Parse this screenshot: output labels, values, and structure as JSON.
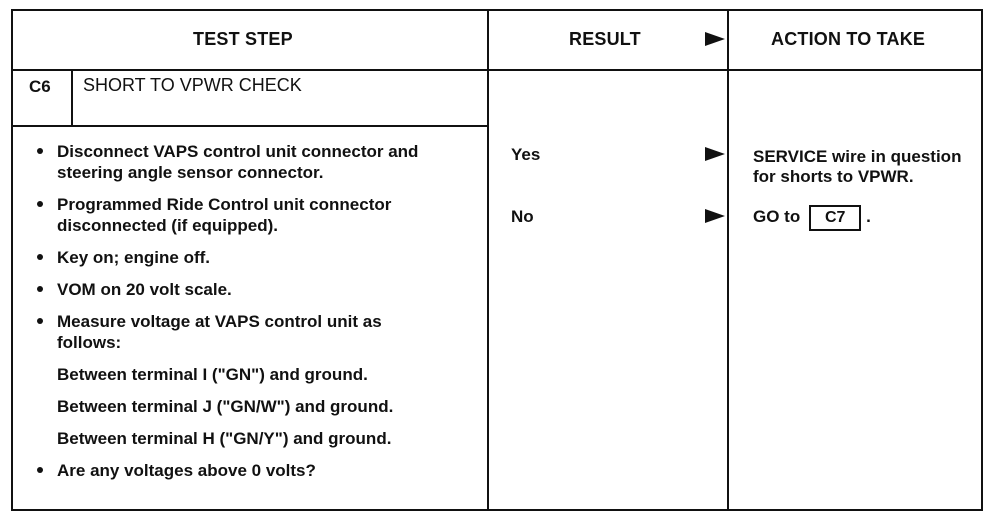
{
  "headers": {
    "test_step": "TEST STEP",
    "result": "RESULT",
    "action": "ACTION TO TAKE"
  },
  "step": {
    "code": "C6",
    "title": "SHORT TO VPWR CHECK"
  },
  "instructions": [
    {
      "text": "Disconnect VAPS control unit connector and steering angle sensor connector.",
      "bullet": true
    },
    {
      "text": "Programmed Ride Control unit connector disconnected (if equipped).",
      "bullet": true
    },
    {
      "text": "Key on; engine off.",
      "bullet": true
    },
    {
      "text": "VOM on 20 volt scale.",
      "bullet": true
    },
    {
      "text": "Measure voltage at VAPS control unit as follows:",
      "bullet": true
    },
    {
      "text": "Between terminal I (\"GN\") and ground.",
      "bullet": false
    },
    {
      "text": "Between terminal J (\"GN/W\") and ground.",
      "bullet": false
    },
    {
      "text": "Between terminal H (\"GN/Y\") and ground.",
      "bullet": false
    },
    {
      "text": "Are any voltages above 0 volts?",
      "bullet": true
    }
  ],
  "results": [
    {
      "label": "Yes",
      "action": "SERVICE wire in question for shorts to VPWR.",
      "ref": ""
    },
    {
      "label": "No",
      "action": "GO to",
      "ref": "C7",
      "suffix": "."
    }
  ]
}
